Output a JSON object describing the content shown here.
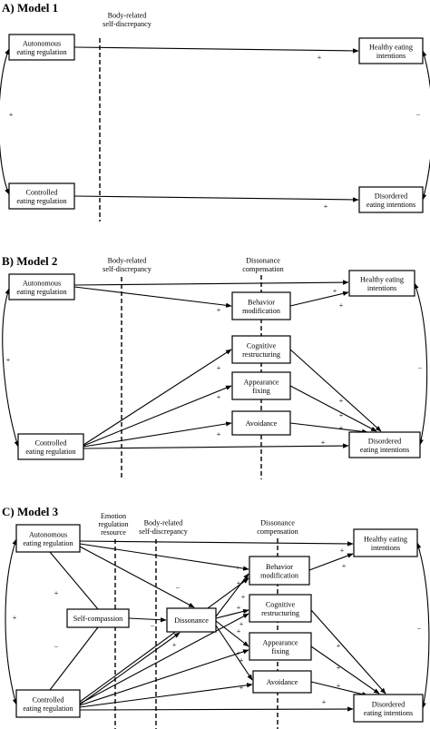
{
  "model1": {
    "title": "A) Model 1",
    "divider": [
      "Body-related",
      "self-discrepancy"
    ],
    "nodes": {
      "aer": [
        "Autonomous",
        "eating regulation"
      ],
      "cer": [
        "Controlled",
        "eating regulation"
      ],
      "hei": [
        "Healthy eating",
        "intentions"
      ],
      "dei": [
        "Disordered",
        "eating intentions"
      ]
    },
    "signs": {
      "aer_hei": "+",
      "cer_dei": "+",
      "left_corr": "+",
      "right_corr": "−"
    }
  },
  "model2": {
    "title": "B) Model 2",
    "dividers": {
      "brsd": [
        "Body-related",
        "self-discrepancy"
      ],
      "dc": [
        "Dissonance",
        "compensation"
      ]
    },
    "nodes": {
      "aer": [
        "Autonomous",
        "eating regulation"
      ],
      "cer": [
        "Controlled",
        "eating regulation"
      ],
      "hei": [
        "Healthy eating",
        "intentions"
      ],
      "dei": [
        "Disordered",
        "eating intentions"
      ],
      "bm": [
        "Behavior",
        "modification"
      ],
      "cr": [
        "Cognitive",
        "restructuring"
      ],
      "af": [
        "Appearance",
        "fixing"
      ],
      "av": [
        "Avoidance"
      ]
    },
    "signs": {
      "aer_hei": "+",
      "bm_hei": "+",
      "aer_bm": "+",
      "cer_cr": "+",
      "cer_af": "+",
      "cer_av": "+",
      "cr_dei": "+",
      "af_dei": "+",
      "av_dei": "+",
      "cer_dei": "+",
      "left_corr": "+",
      "right_corr": "−"
    }
  },
  "model3": {
    "title": "C) Model 3",
    "dividers": {
      "err": [
        "Emotion",
        "regulation",
        "resource"
      ],
      "brsd": [
        "Body-related",
        "self-discrepancy"
      ],
      "dc": [
        "Dissonance",
        "compensation"
      ]
    },
    "nodes": {
      "aer": [
        "Autonomous",
        "eating regulation"
      ],
      "cer": [
        "Controlled",
        "eating regulation"
      ],
      "sc": [
        "Self-compassion"
      ],
      "dis": [
        "Dissonance"
      ],
      "hei": [
        "Healthy eating",
        "intentions"
      ],
      "dei": [
        "Disordered",
        "eating intentions"
      ],
      "bm": [
        "Behavior",
        "modification"
      ],
      "cr": [
        "Cognitive",
        "restructuring"
      ],
      "af": [
        "Appearance",
        "fixing"
      ],
      "av": [
        "Avoidance"
      ]
    },
    "signs": {
      "aer_hei": "+",
      "aer_sc": "+",
      "cer_sc": "−",
      "aer_dis": "−",
      "cer_dis": "+",
      "sc_dis": "−",
      "dis_bm": "+",
      "dis_cr": "+",
      "dis_af": "+",
      "dis_av": "+",
      "aer_bm": "+",
      "cer_bm": "+",
      "cer_cr": "+",
      "cer_af": "+",
      "cer_av": "+",
      "bm_hei": "+",
      "cr_dei": "+",
      "af_dei": "+",
      "av_dei": "+",
      "cer_dei": "+",
      "left_corr": "+",
      "right_corr": "−"
    }
  }
}
